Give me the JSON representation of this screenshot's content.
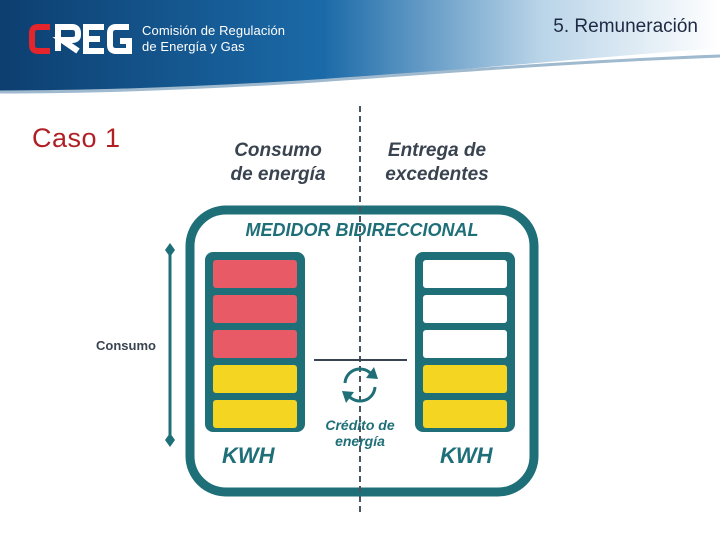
{
  "header": {
    "org_line_1": "Comisión de Regulación",
    "org_line_2": "de Energía y Gas",
    "logo_text": "CREG",
    "section_title": "5. Remuneración"
  },
  "slide": {
    "case_title": "Caso 1"
  },
  "diagram": {
    "left_heading": "Consumo\nde energía",
    "right_heading": "Entrega de\nexcedentes",
    "meter_title": "MEDIDOR BIDIRECCIONAL",
    "left_unit": "KWH",
    "right_unit": "KWH",
    "center_label": "Crédito de\nenergía",
    "side_label": "Consumo",
    "left_bars": [
      "red",
      "red",
      "red",
      "yellow",
      "yellow"
    ],
    "right_bars": [
      "white",
      "white",
      "white",
      "yellow",
      "yellow"
    ],
    "colors": {
      "teal": "#1f6f78",
      "red": "#e85a66",
      "yellow": "#f3d522",
      "header_blue": "#0f4c81",
      "title_red": "#b01f24"
    }
  }
}
